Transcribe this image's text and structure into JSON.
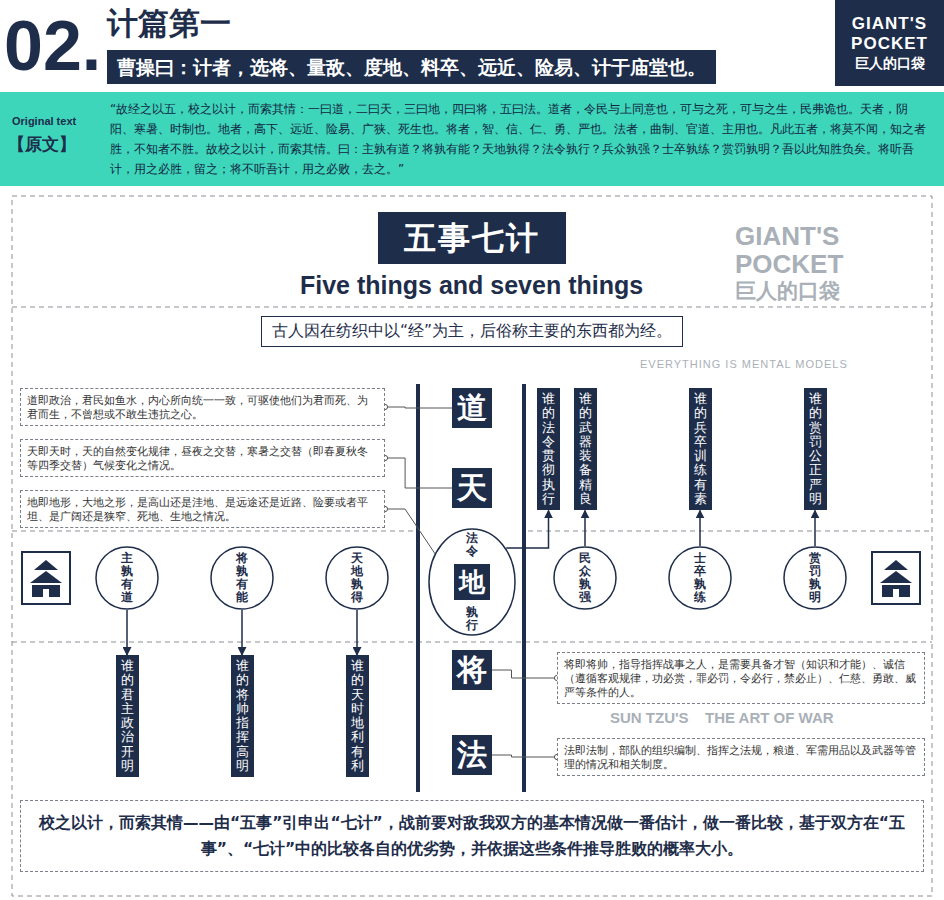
{
  "diagram": {
    "title": "计篇第一",
    "nodes": [
      {
        "text": [
          "曹操曰：计者，选将、量敌、度地、料卒、远近、险易、计于庙堂也。"
        ]
      },
      {
        "text": [
          "GIANT'S",
          "POCKET",
          "巨人的口袋"
        ]
      },
      {
        "text": [
          "Original text",
          "【原文】",
          "“故经之以五，校之以计，而索其情：一曰道，二曰天，三曰地，四曰将，五曰法。道者，令民与上同意也，可与之死，可与之生，民弗诡也。天者，阴阳、寒暑、时制也。地者，高下、远近、险易、广狭、死生也。将者，智、信、仁、勇、严也。法者，曲制、官道、主用也。凡此五者，将莫不闻，知之者胜，不知者不胜。故校之以计，而索其情。曰：主孰有道？将孰有能？天地孰得？法令孰行？兵众孰强？士卒孰练？赏罚孰明？吾以此知胜负矣。将听吾计，用之必胜，留之；将不听吾计，用之必败，去之。”"
        ]
      },
      {
        "text": [
          "五事七计"
        ]
      },
      {
        "text": [
          "古人因在纺织中以“经”为主，后俗称主要的东西都为经。"
        ]
      },
      {
        "text": [
          "道即政治，君民如鱼水，内心所向统一一致，可驱使他们为君而死、为君而生，不曾想或不敢生违抗之心。"
        ]
      },
      {
        "text": [
          "天即天时，天的自然变化规律，昼夜之交替，寒暑之交替（即春夏秋冬等四季交替）气候变化之情况。"
        ]
      },
      {
        "text": [
          "地即地形，大地之形，是高山还是洼地、是远途还是近路、险要或者平坦、是广阔还是狭窄、死地、生地之情况。"
        ]
      },
      {
        "text": [
          "道"
        ]
      },
      {
        "text": [
          "天"
        ]
      },
      {
        "text": [
          "法令",
          "孰行"
        ]
      },
      {
        "text": [
          "地"
        ],
        "in": 10
      },
      {
        "text": [
          "将"
        ]
      },
      {
        "text": [
          "法"
        ]
      },
      {
        "text": [
          "将即将帅，指导指挥战事之人，是需要具备才智（知识和才能）、诚信（遵循客观规律，功必赏，罪必罚，令必行，禁必止）、仁慈、勇敢、威严等条件的人。"
        ]
      },
      {
        "text": [
          "法即法制，部队的组织编制、指挥之法规，粮道、军需用品以及武器等管理的情况和相关制度。"
        ]
      },
      {
        "text": [
          "主孰有道"
        ]
      },
      {
        "text": [
          "将孰有能"
        ]
      },
      {
        "text": [
          "天地孰得"
        ]
      },
      {
        "text": [
          "民众孰强"
        ]
      },
      {
        "text": [
          "士卒孰练"
        ]
      },
      {
        "text": [
          "赏罚孰明"
        ]
      },
      {
        "text": [
          "谁的君主政治开明"
        ]
      },
      {
        "text": [
          "谁的将帅指挥高明"
        ]
      },
      {
        "text": [
          "谁的天时地利有利"
        ]
      },
      {
        "text": [
          "谁的法令贯彻执行"
        ]
      },
      {
        "text": [
          "谁的武器装备精良"
        ]
      },
      {
        "text": [
          "谁的兵卒训练有素"
        ]
      },
      {
        "text": [
          "谁的赏罚公正严明"
        ]
      },
      {
        "text": [
          "校之以计，而索其情——由“五事”引申出“七计”，战前要对敌我双方的基本情况做一番估计，做一番比较，基于双方在“五事”、“七计”中的比较各自的优劣势，并依据这些条件推导胜败的概率大小。"
        ]
      }
    ],
    "edges": [
      {
        "from": 5,
        "to": 8,
        "arrow": "none"
      },
      {
        "from": 6,
        "to": 9,
        "arrow": "none"
      },
      {
        "from": 7,
        "to": 11,
        "arrow": "none"
      },
      {
        "from": 12,
        "to": 14,
        "arrow": "none"
      },
      {
        "from": 13,
        "to": 15,
        "arrow": "none"
      },
      {
        "from": 16,
        "to": 22,
        "arrow": "to"
      },
      {
        "from": 17,
        "to": 23,
        "arrow": "to"
      },
      {
        "from": 18,
        "to": 24,
        "arrow": "to"
      },
      {
        "from": 10,
        "to": 25,
        "arrow": "to"
      },
      {
        "from": 19,
        "to": 26,
        "arrow": "to"
      },
      {
        "from": 20,
        "to": 27,
        "arrow": "to"
      },
      {
        "from": 21,
        "to": 28,
        "arrow": "to"
      }
    ],
    "labels": [
      "02.",
      "GIANT'S",
      "POCKET",
      "巨人的口袋",
      "EVERYTHING IS MENTAL MODELS",
      "Five things and seven things",
      "SUN TZU'S",
      "THE ART OF WAR"
    ]
  }
}
